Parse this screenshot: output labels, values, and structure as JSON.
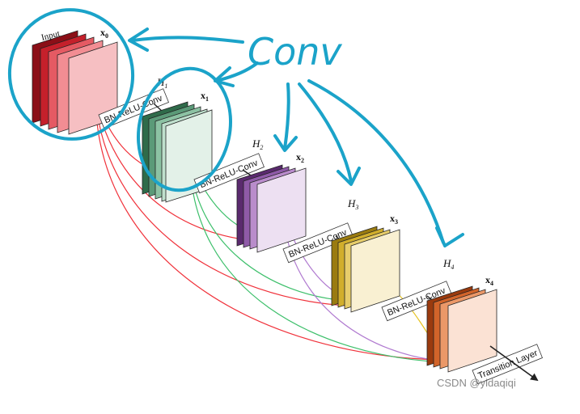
{
  "handwritten_annotation": "Conv",
  "input_label": "Input",
  "feature_maps": [
    {
      "x_label": "x",
      "x_sub": "0",
      "h_label": "",
      "h_sub": "",
      "colors": [
        "#8b0f17",
        "#c5202b",
        "#e55a63",
        "#f28d93",
        "#f6bfc2"
      ]
    },
    {
      "x_label": "x",
      "x_sub": "1",
      "h_label": "H",
      "h_sub": "1",
      "colors": [
        "#2f6b4a",
        "#5b9a78",
        "#8cc2a3",
        "#bfe0cd",
        "#e3f1e8"
      ]
    },
    {
      "x_label": "x",
      "x_sub": "2",
      "h_label": "H",
      "h_sub": "2",
      "colors": [
        "#5a2a6e",
        "#8f5aa8",
        "#b98ccb",
        "#d9bde3",
        "#ede0f2"
      ]
    },
    {
      "x_label": "x",
      "x_sub": "3",
      "h_label": "H",
      "h_sub": "3",
      "colors": [
        "#9a7b10",
        "#d1ae2c",
        "#e7cd6b",
        "#f3e2a6",
        "#f9f0d2"
      ]
    },
    {
      "x_label": "x",
      "x_sub": "4",
      "h_label": "H",
      "h_sub": "4",
      "colors": [
        "#9a3a0e",
        "#d2642a",
        "#eb9868",
        "#f5c2a1",
        "#fbe2d4"
      ]
    }
  ],
  "layer_boxes": [
    "BN-ReLU-Conv",
    "BN-ReLU-Conv",
    "BN-ReLU-Conv",
    "BN-ReLU-Conv",
    "Transition Layer"
  ],
  "connection_colors": {
    "from_x0": "#f0313a",
    "from_x1": "#3cbf6a",
    "from_x2": "#b07ad0",
    "from_x3": "#e6c21e",
    "pen": "#1ba3c9"
  },
  "watermark": "CSDN @yidaqiqi"
}
